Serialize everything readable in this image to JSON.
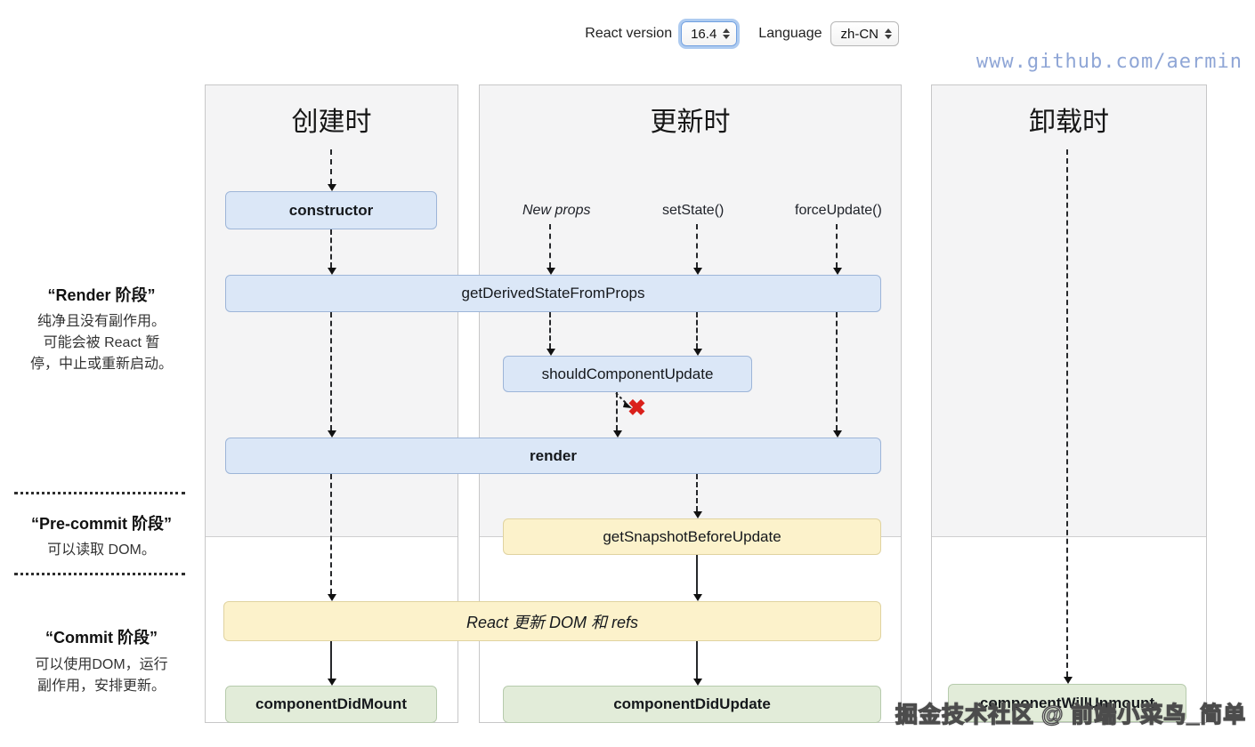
{
  "controls": {
    "react_version_label": "React version",
    "react_version_value": "16.4",
    "language_label": "Language",
    "language_value": "zh-CN"
  },
  "watermarks": {
    "top_right": "www.github.com/aermin",
    "bottom": "掘金技术社区 @ 前端小菜鸟_简单"
  },
  "phases": [
    {
      "title": "“Render 阶段”",
      "desc_lines": [
        "纯净且没有副作用。",
        "可能会被 React 暂",
        "停，中止或重新启动。"
      ]
    },
    {
      "title": "“Pre-commit 阶段”",
      "desc_lines": [
        "可以读取 DOM。"
      ]
    },
    {
      "title": "“Commit 阶段”",
      "desc_lines": [
        "可以使用DOM，运行",
        "副作用，安排更新。"
      ]
    }
  ],
  "columns": [
    {
      "title": "创建时"
    },
    {
      "title": "更新时"
    },
    {
      "title": "卸载时"
    }
  ],
  "triggers": [
    "New props",
    "setState()",
    "forceUpdate()"
  ],
  "boxes": {
    "constructor": "constructor",
    "get_derived_state_from_props": "getDerivedStateFromProps",
    "should_component_update": "shouldComponentUpdate",
    "render": "render",
    "get_snapshot_before_update": "getSnapshotBeforeUpdate",
    "react_updates_dom": "React 更新 DOM 和 refs",
    "component_did_mount": "componentDidMount",
    "component_did_update": "componentDidUpdate",
    "component_will_unmount": "componentWillUnmount"
  },
  "glyphs": {
    "cancel": "✖"
  },
  "colors": {
    "box_blue": "#dbe7f7",
    "box_blue_border": "#9db5d8",
    "box_yellow": "#fcf2cb",
    "box_yellow_border": "#e0d3a0",
    "box_green": "#e2ecd9",
    "box_green_border": "#b7cbad",
    "panel_bg": "#f4f4f5",
    "panel_border": "#c7c7c8",
    "cancel_red": "#da201b",
    "watermark_blue": "#8fa6d6",
    "focus_ring": "#aecbf0"
  }
}
